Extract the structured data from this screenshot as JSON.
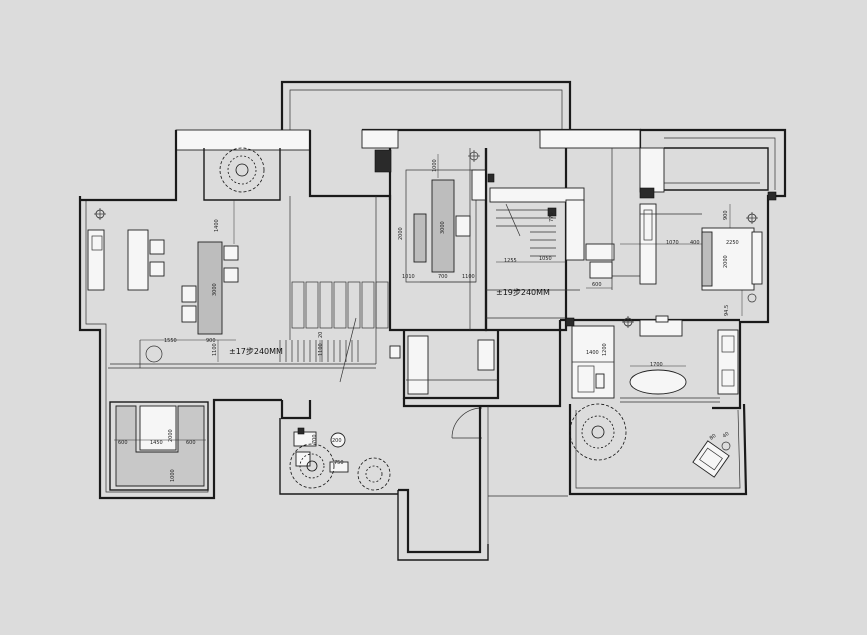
{
  "drawing": {
    "stair_notes": [
      "±17步240MM",
      "±19步240MM"
    ],
    "dims": {
      "kitchen_island_h": "1400",
      "kitchen_island_len": "3000",
      "kitchen_chain": [
        "1550",
        "900",
        "1100"
      ],
      "kitchen_stair_w": "1100",
      "kitchen_stair_small": "20",
      "study_desk_len": "3000",
      "study_desk_w": "1000",
      "study_side_len": "2000",
      "study_chain": [
        "1010",
        "700",
        "1100"
      ],
      "stair_top_h": "770",
      "stair_landing": [
        "1255",
        "1050"
      ],
      "closet_w": "600",
      "bed_head_gap": "900",
      "bed_side": "1070",
      "bed_w": "400",
      "bed_len": "2250",
      "bed_h": "2000",
      "bed_foot": "94.5",
      "bath_w": "1400",
      "bath_h": "1200",
      "tub_len": "1700",
      "pool_chain": [
        "600",
        "1450",
        "600"
      ],
      "pool_side_a": "2000",
      "pool_side_b": "1000",
      "yard_a": "700",
      "yard_b": "750",
      "yard_c": "200",
      "lounge_a": "80",
      "lounge_b": "40"
    }
  }
}
